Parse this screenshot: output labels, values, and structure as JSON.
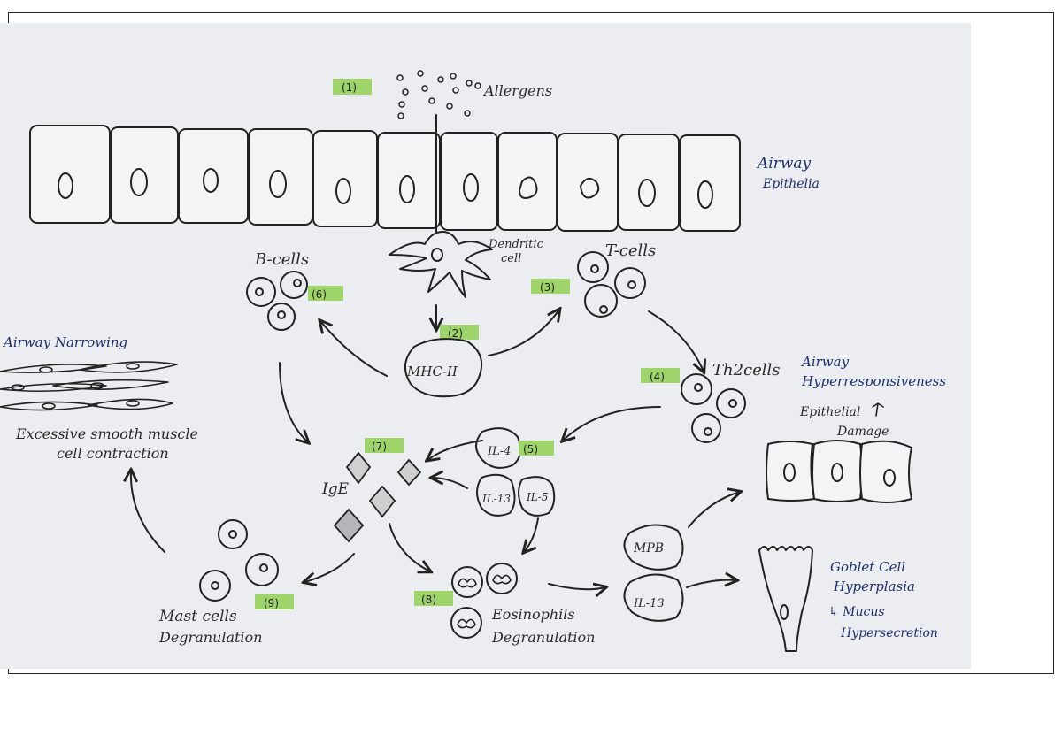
{
  "colors": {
    "highlight": "#9ed46a",
    "paper": "#ecedf0",
    "ink": "#222222",
    "blue_ink": "#1f2f6e"
  },
  "labels": {
    "allergens": "Allergens",
    "airway_epithelia_1": "Airway",
    "airway_epithelia_2": "Epithelia",
    "dendritic_1": "Dendritic",
    "dendritic_2": "cell",
    "b_cells": "B-cells",
    "t_cells": "T-cells",
    "mhc": "MHC-II",
    "th2": "Th2cells",
    "airway_hyper_1": "Airway",
    "airway_hyper_2": "Hyperresponsiveness",
    "epithelial_damage_1": "Epithelial",
    "epithelial_damage_2": "Damage",
    "airway_narrowing": "Airway Narrowing",
    "smooth_muscle_1": "Excessive smooth muscle",
    "smooth_muscle_2": "cell contraction",
    "ige": "IgE",
    "il4": "IL-4",
    "il13": "IL-13",
    "il5": "IL-5",
    "mpb": "MPB",
    "il13_b": "IL-13",
    "mast_1": "Mast cells",
    "mast_2": "Degranulation",
    "eos_1": "Eosinophils",
    "eos_2": "Degranulation",
    "goblet_1": "Goblet Cell",
    "goblet_2": "Hyperplasia",
    "goblet_3": "↳ Mucus",
    "goblet_4": "Hypersecretion"
  },
  "steps": {
    "s1": "(1)",
    "s2": "(2)",
    "s3": "(3)",
    "s4": "(4)",
    "s5": "(5)",
    "s6": "(6)",
    "s7": "(7)",
    "s8": "(8)",
    "s9": "(9)"
  }
}
